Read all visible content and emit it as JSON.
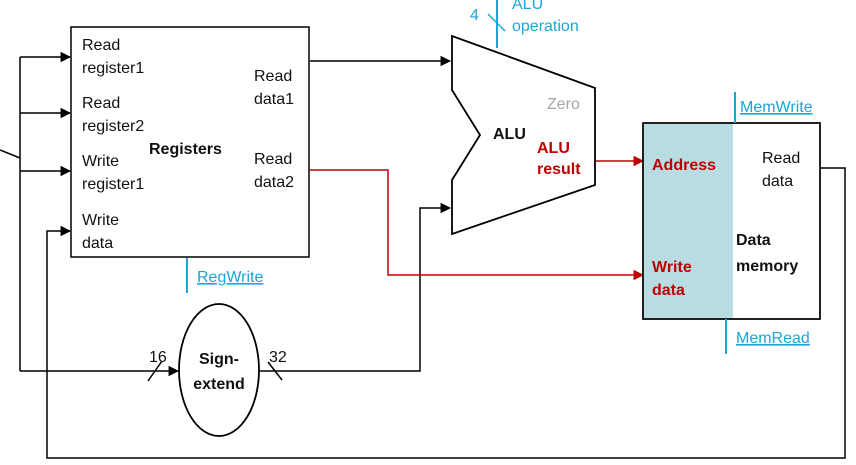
{
  "colors": {
    "wire": "#000000",
    "data_path_highlight": "#c00000",
    "control_signal": "#1aa6d6",
    "zero_text": "#a6a6a6",
    "memory_fill": "#b7dde3"
  },
  "registers": {
    "title": "Registers",
    "read_register1": [
      "Read",
      "register1"
    ],
    "read_register2": [
      "Read",
      "register2"
    ],
    "write_register1": [
      "Write",
      "register1"
    ],
    "write_data": [
      "Write",
      "data"
    ],
    "read_data1": [
      "Read",
      "data1"
    ],
    "read_data2": [
      "Read",
      "data2"
    ],
    "control": "RegWrite"
  },
  "alu": {
    "title": "ALU",
    "zero": "Zero",
    "result": [
      "ALU",
      "result"
    ],
    "operation": [
      "ALU",
      "operation"
    ],
    "operation_bits": "4"
  },
  "data_memory": {
    "title": [
      "Data",
      "memory"
    ],
    "address": "Address",
    "write_data": [
      "Write",
      "data"
    ],
    "read_data": [
      "Read",
      "data"
    ],
    "mem_write": "MemWrite",
    "mem_read": "MemRead"
  },
  "sign_extend": {
    "title": [
      "Sign-",
      "extend"
    ],
    "input_bits": "16",
    "output_bits": "32"
  }
}
